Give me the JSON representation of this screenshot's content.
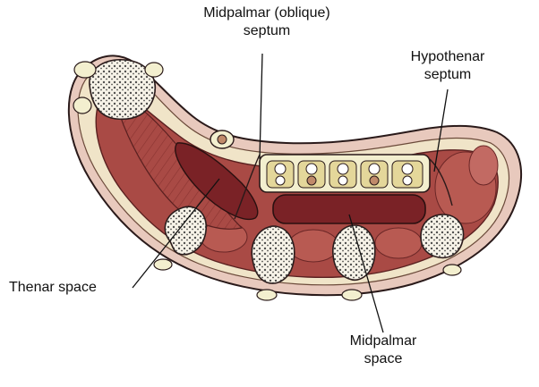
{
  "labels": {
    "midpalmar_septum": {
      "line1": "Midpalmar (oblique)",
      "line2": "septum"
    },
    "hypothenar_septum": {
      "line1": "Hypothenar",
      "line2": "septum"
    },
    "thenar_space": {
      "line1": "Thenar space"
    },
    "midpalmar_space": {
      "line1": "Midpalmar",
      "line2": "space"
    }
  },
  "colors": {
    "skin": "#e8c9bd",
    "muscle": "#9c3b3b",
    "muscle_light": "#c26a63",
    "space": "#7a2226",
    "bone": "#f7f3e8",
    "bone_dots": "#333333",
    "fascia": "#f3efcf",
    "outline": "#2a1a1a"
  }
}
